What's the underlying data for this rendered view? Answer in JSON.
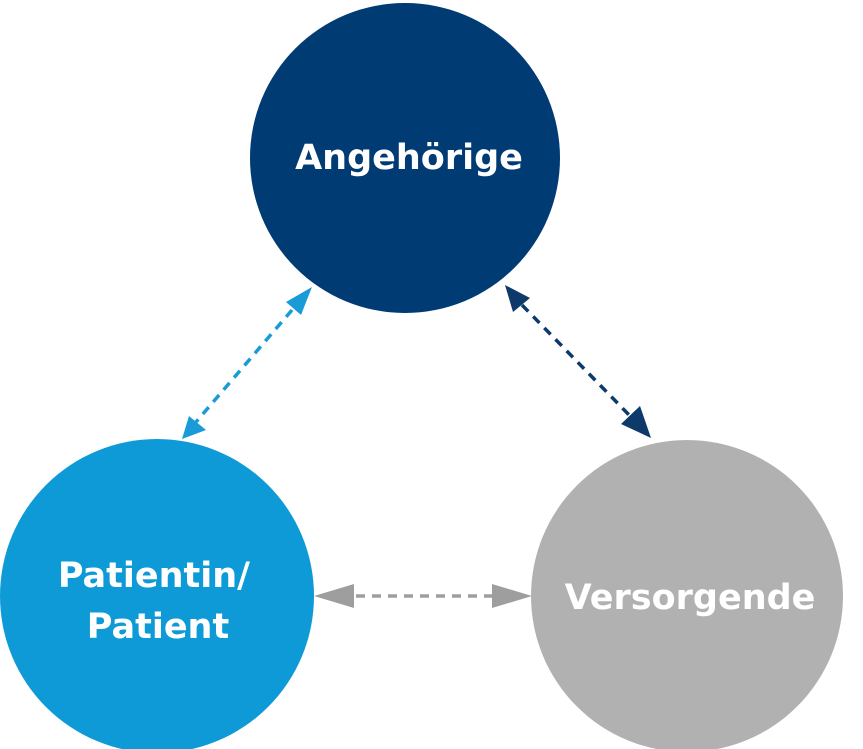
{
  "nodes": [
    {
      "id": "angehoerige",
      "lines": [
        "Angehörige"
      ],
      "color": "#003b73"
    },
    {
      "id": "patient",
      "lines": [
        "Patientin/",
        "Patient"
      ],
      "color": "#0e9ad7"
    },
    {
      "id": "versorgende",
      "lines": [
        "Versorgende"
      ],
      "color": "#b1b1b1"
    }
  ],
  "edges": [
    {
      "id": "angehoerige-patient",
      "from": "angehoerige",
      "to": "patient",
      "color": "#1a9bd8",
      "style": "dashed",
      "arrows": "both"
    },
    {
      "id": "angehoerige-versorgende",
      "from": "angehoerige",
      "to": "versorgende",
      "color": "#0d3a6b",
      "style": "dashed",
      "arrows": "both"
    },
    {
      "id": "patient-versorgende",
      "from": "patient",
      "to": "versorgende",
      "color": "#9e9e9e",
      "style": "dashed",
      "arrows": "both"
    }
  ]
}
